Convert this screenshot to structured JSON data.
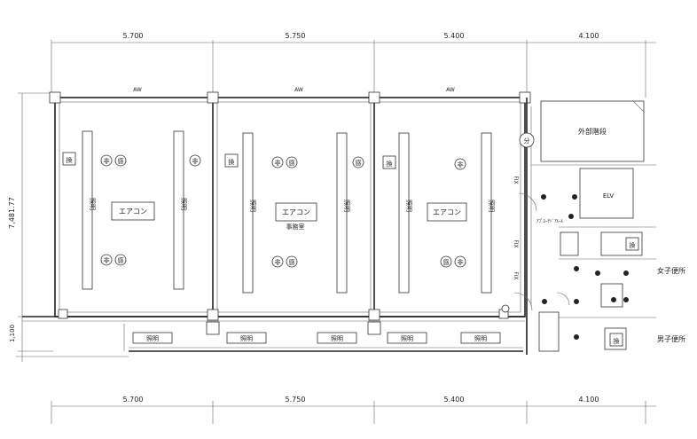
{
  "dimensions": {
    "top": [
      "5.700",
      "5.750",
      "5.400",
      "4.100"
    ],
    "bottom": [
      "5.700",
      "5.750",
      "5.400",
      "4.100"
    ],
    "left_height": "7,481.77",
    "left_corridor": "1,100"
  },
  "walls": {
    "aw": "AW"
  },
  "rooms": {
    "aircon": "エアコン",
    "office": "事務室",
    "lighting": "照明",
    "stairs": "外部階段",
    "elevator": "ELV",
    "womens_wc": "女子便所",
    "mens_wc": "男子便所",
    "door_closer": "ｱﾌﾟﾛｰﾁﾄﾞｱﾙｰﾙ",
    "fix": "FIX"
  },
  "symbols": {
    "emergency": "非",
    "sensor": "感",
    "ventilation": "換",
    "distribution": "分"
  }
}
